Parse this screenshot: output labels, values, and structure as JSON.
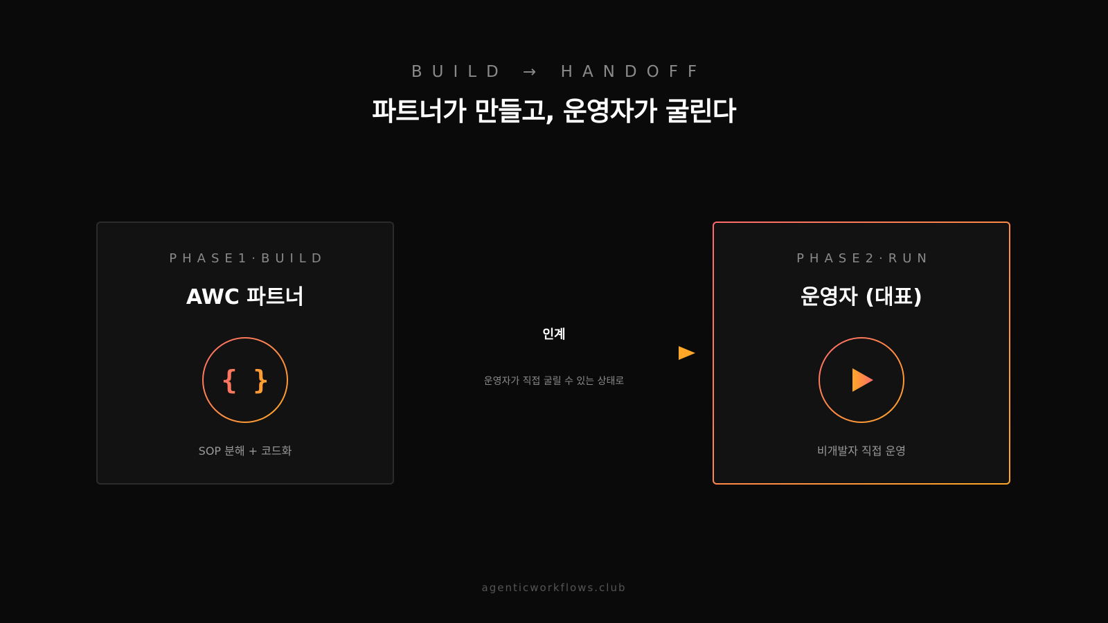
{
  "header": {
    "eyebrow": "BUILD → HANDOFF",
    "title": "파트너가 만들고, 운영자가 굴린다"
  },
  "phases": [
    {
      "phase_label": "PHASE1·BUILD",
      "title": "AWC 파트너",
      "icon": "code-braces-icon",
      "icon_text": "{ }",
      "caption": "SOP 분해 + 코드화"
    },
    {
      "phase_label": "PHASE2·RUN",
      "title": "운영자 (대표)",
      "icon": "play-icon",
      "caption": "비개발자 직접 운영"
    }
  ],
  "handoff": {
    "label": "인계",
    "note": "운영자가 직접 굴릴 수 있는 상태로"
  },
  "footer": {
    "site": "agenticworkflows.club"
  },
  "colors": {
    "background": "#0a0a0a",
    "card_bg": "#121212",
    "accent_start": "#ff6b6b",
    "accent_end": "#ffa726",
    "arrow": "#ffa726",
    "muted_text": "#8a8a8a"
  }
}
